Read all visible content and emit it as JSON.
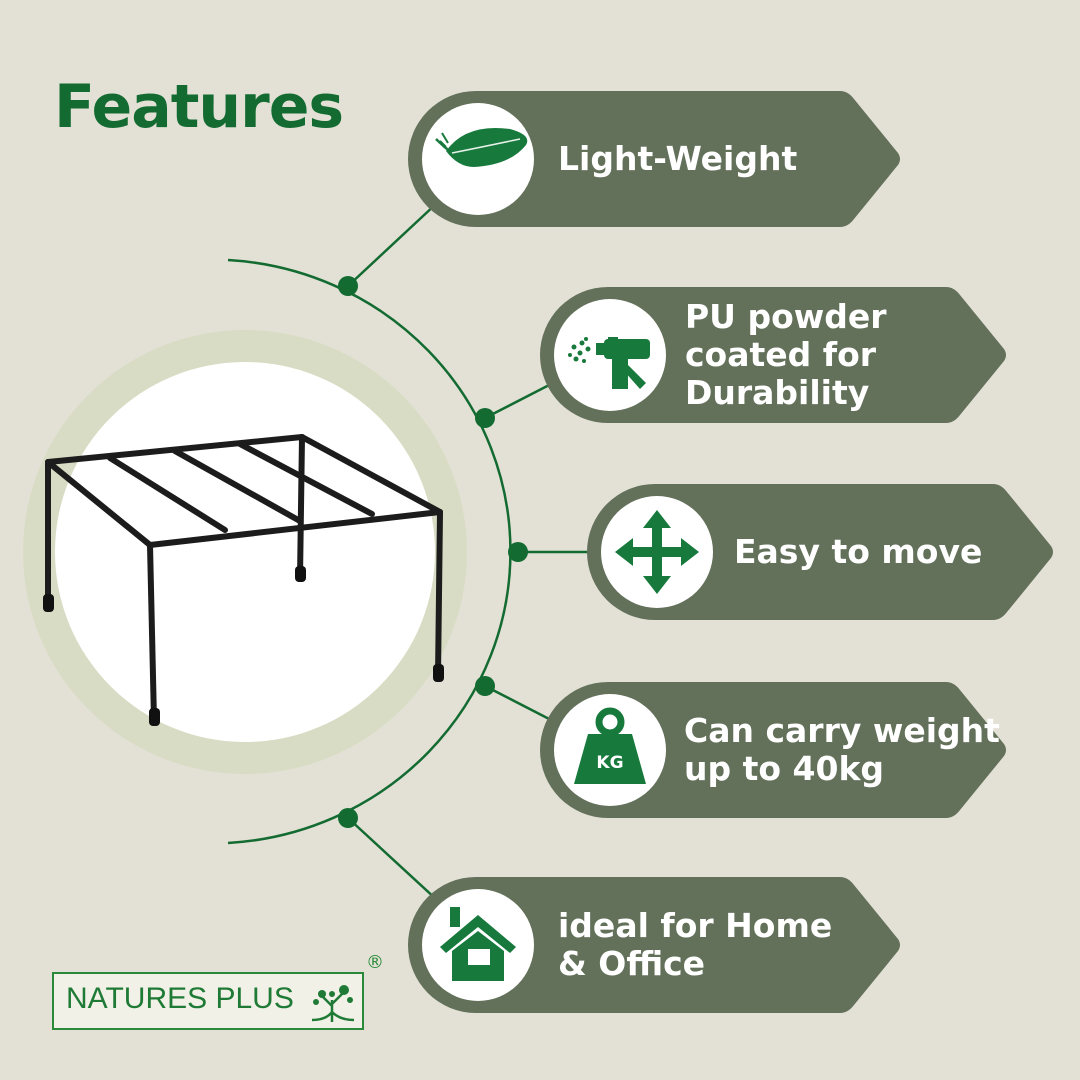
{
  "title": "Features",
  "features": [
    {
      "label_lines": [
        "Light-Weight"
      ],
      "icon": "feather-icon"
    },
    {
      "label_lines": [
        "PU powder",
        "coated for",
        "Durability"
      ],
      "icon": "spray-gun-icon"
    },
    {
      "label_lines": [
        "Easy to move"
      ],
      "icon": "move-arrows-icon"
    },
    {
      "label_lines": [
        "Can carry weight",
        "up to 40kg"
      ],
      "icon": "weight-kg-icon",
      "icon_text": "KG"
    },
    {
      "label_lines": [
        "ideal for Home",
        "& Office"
      ],
      "icon": "home-icon"
    }
  ],
  "logo": {
    "brand": "NATURES PLUS",
    "registered": "®"
  },
  "colors": {
    "background": "#e3e1d5",
    "banner": "#63705a",
    "brand_green": "#136b32",
    "icon_green": "#177a3c"
  }
}
